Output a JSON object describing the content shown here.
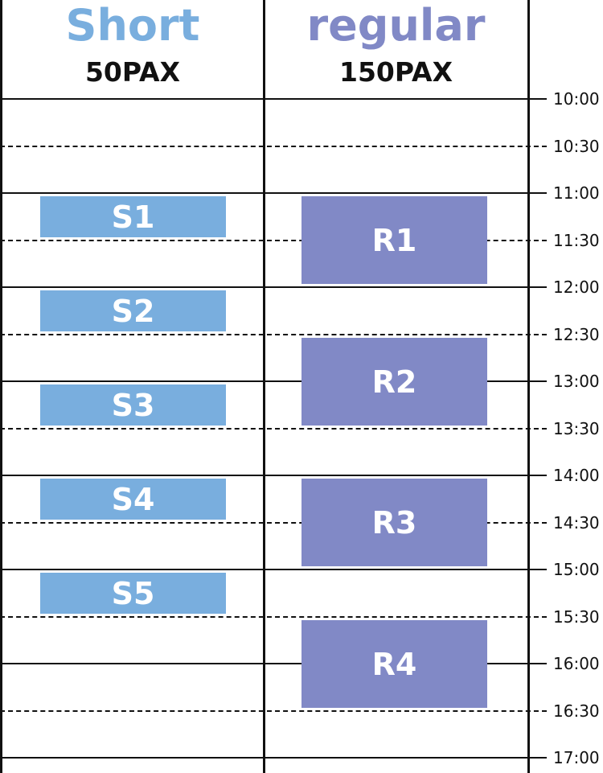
{
  "columns": {
    "short": {
      "title": "Short",
      "capacity": "50PAX",
      "color": "#79aede"
    },
    "regular": {
      "title": "regular",
      "capacity": "150PAX",
      "color": "#8189c6"
    }
  },
  "time_labels": [
    "10:00",
    "10:30",
    "11:00",
    "11:30",
    "12:00",
    "12:30",
    "13:00",
    "13:30",
    "14:00",
    "14:30",
    "15:00",
    "15:30",
    "16:00",
    "16:30",
    "17:00"
  ],
  "sessions": [
    {
      "label": "S1",
      "column": "short",
      "start": "11:00",
      "end": "11:30"
    },
    {
      "label": "S2",
      "column": "short",
      "start": "12:00",
      "end": "12:30"
    },
    {
      "label": "S3",
      "column": "short",
      "start": "13:00",
      "end": "13:30"
    },
    {
      "label": "S4",
      "column": "short",
      "start": "14:00",
      "end": "14:30"
    },
    {
      "label": "S5",
      "column": "short",
      "start": "15:00",
      "end": "15:30"
    },
    {
      "label": "R1",
      "column": "regular",
      "start": "11:00",
      "end": "12:00"
    },
    {
      "label": "R2",
      "column": "regular",
      "start": "12:30",
      "end": "13:30"
    },
    {
      "label": "R3",
      "column": "regular",
      "start": "14:00",
      "end": "15:00"
    },
    {
      "label": "R4",
      "column": "regular",
      "start": "15:30",
      "end": "16:30"
    }
  ]
}
